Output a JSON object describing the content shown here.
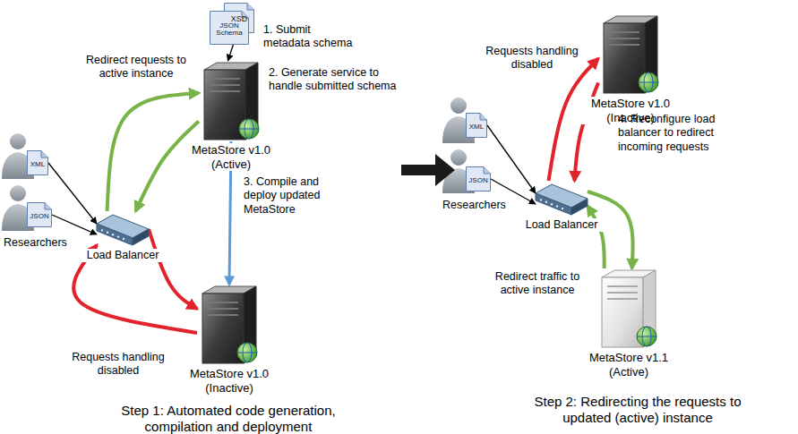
{
  "diagram": {
    "nodes": [
      {
        "text": [
          "XSD"
        ]
      },
      {
        "text": [
          "JSON Schema"
        ]
      },
      {
        "text": [
          "MetaStore v1.0 (Active)"
        ]
      },
      {
        "text": [
          "XML"
        ]
      },
      {
        "text": [
          "JSON"
        ]
      },
      {
        "text": [
          "Load Balancer"
        ]
      },
      {
        "text": [
          "MetaStore v1.0 (Inactive)"
        ]
      },
      {
        "text": [
          "XML"
        ]
      },
      {
        "text": [
          "JSON"
        ]
      },
      {
        "text": [
          "Load Balancer"
        ]
      },
      {
        "text": [
          "MetaStore v1.0 (Inactive)"
        ]
      },
      {
        "text": [
          "MetaStore v1.1 (Active)"
        ]
      }
    ],
    "edges": [
      {
        "from": 1,
        "to": 2,
        "arrow": "to"
      },
      {
        "from": 3,
        "to": 5,
        "arrow": "to"
      },
      {
        "from": 4,
        "to": 5,
        "arrow": "to"
      },
      {
        "from": 5,
        "to": 2,
        "arrow": "to"
      },
      {
        "from": 2,
        "to": 5,
        "arrow": "to"
      },
      {
        "from": 2,
        "to": 6,
        "arrow": "to"
      },
      {
        "from": 5,
        "to": 6,
        "arrow": "to"
      },
      {
        "from": 6,
        "to": 5,
        "arrow": "to"
      },
      {
        "from": 7,
        "to": 9,
        "arrow": "to"
      },
      {
        "from": 8,
        "to": 9,
        "arrow": "to"
      },
      {
        "from": 9,
        "to": 10,
        "arrow": "to"
      },
      {
        "from": 10,
        "to": 9,
        "arrow": "to"
      },
      {
        "from": 9,
        "to": 11,
        "arrow": "to"
      },
      {
        "from": 11,
        "to": 9,
        "arrow": "to"
      }
    ],
    "labels": [
      "1. Submit metadata schema",
      "2. Generate service to handle submitted schema",
      "Redirect requests to active instance",
      "3. Compile and deploy updated MetaStore",
      "Requests handling disabled",
      "Researchers",
      "Step 1: Automated code generation, compilation and deployment",
      "Requests handling disabled",
      "4. Reconfigure load balancer to redirect incoming requests",
      "Researchers",
      "Redirect traffic to active instance",
      "Step 2: Redirecting the requests to updated (active) instance"
    ]
  }
}
